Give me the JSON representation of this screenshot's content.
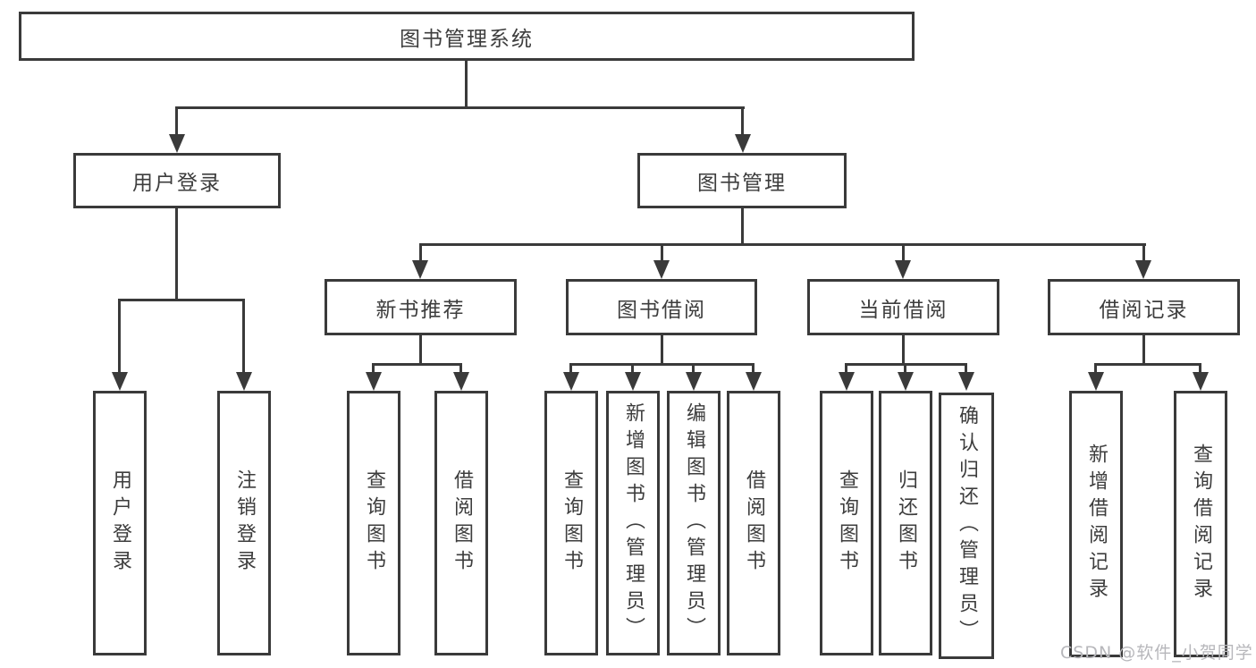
{
  "diagram": {
    "root": {
      "label": "图书管理系统"
    },
    "level1": {
      "user_login": {
        "label": "用户登录"
      },
      "book_management": {
        "label": "图书管理"
      }
    },
    "level2": {
      "new_book_recommend": {
        "label": "新书推荐"
      },
      "book_borrow": {
        "label": "图书借阅"
      },
      "current_borrow": {
        "label": "当前借阅"
      },
      "borrow_records": {
        "label": "借阅记录"
      }
    },
    "leaves": {
      "user_login": {
        "label": "用户登录"
      },
      "logout": {
        "label": "注销登录"
      },
      "rec_query_book": {
        "label": "查询图书"
      },
      "rec_borrow_book": {
        "label": "借阅图书"
      },
      "bb_query_book": {
        "label": "查询图书"
      },
      "bb_add_book": {
        "label": "新增图书（管理员）"
      },
      "bb_edit_book": {
        "label": "编辑图书（管理员）"
      },
      "bb_borrow_book": {
        "label": "借阅图书"
      },
      "cb_query_book": {
        "label": "查询图书"
      },
      "cb_return_book": {
        "label": "归还图书"
      },
      "cb_confirm_return": {
        "label": "确认归还（管理员）"
      },
      "br_add_record": {
        "label": "新增借阅记录"
      },
      "br_query_record": {
        "label": "查询借阅记录"
      }
    },
    "watermark": "CSDN @软件_小贺同学",
    "colors": {
      "line": "#3a3a3a",
      "text": "#3d3d3d",
      "background": "#ffffff",
      "watermark": "#b7b7bb"
    }
  }
}
